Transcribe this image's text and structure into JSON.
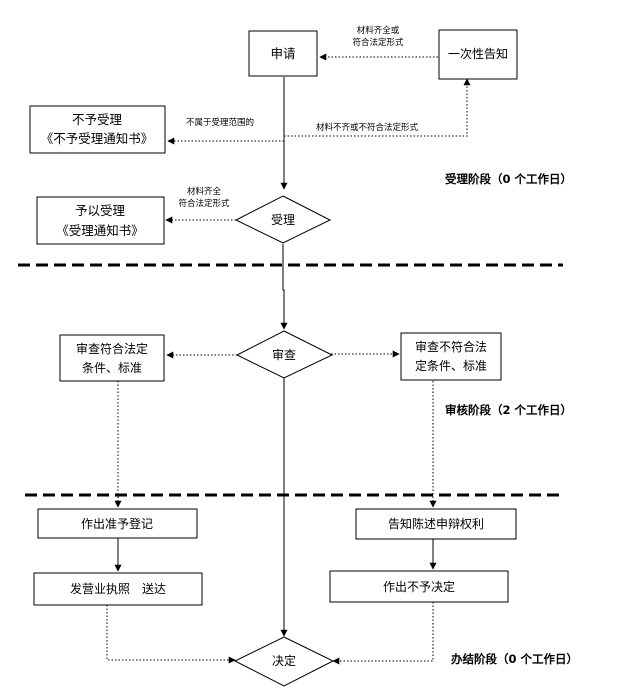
{
  "nodes": {
    "apply": "申请",
    "one_time_notice": "一次性告知",
    "reject_accept": [
      "不予受理",
      "《不予受理通知书》"
    ],
    "grant_accept": [
      "予以受理",
      "《受理通知书》"
    ],
    "accept": "受理",
    "review": "审查",
    "review_pass": [
      "审查符合法定",
      "条件、标准"
    ],
    "review_fail": [
      "审查不符合法",
      "定条件、标准"
    ],
    "grant_registration": "作出准予登记",
    "issue_license": "发营业执照　送达",
    "notify_rights": "告知陈述申辩权利",
    "decide_reject": "作出不予决定",
    "decision": "决定"
  },
  "edge_labels": {
    "materials_complete_or_legal": [
      "材料齐全或",
      "符合法定形式"
    ],
    "not_in_scope": "不属于受理范围的",
    "materials_incomplete": "材料不齐或不符合法定形式",
    "materials_complete_legal": [
      "材料齐全",
      "符合法定形式"
    ]
  },
  "stages": {
    "acceptance": "受理阶段（0 个工作日）",
    "review": "审核阶段（2 个工作日）",
    "completion": "办结阶段（0 个工作日）"
  }
}
